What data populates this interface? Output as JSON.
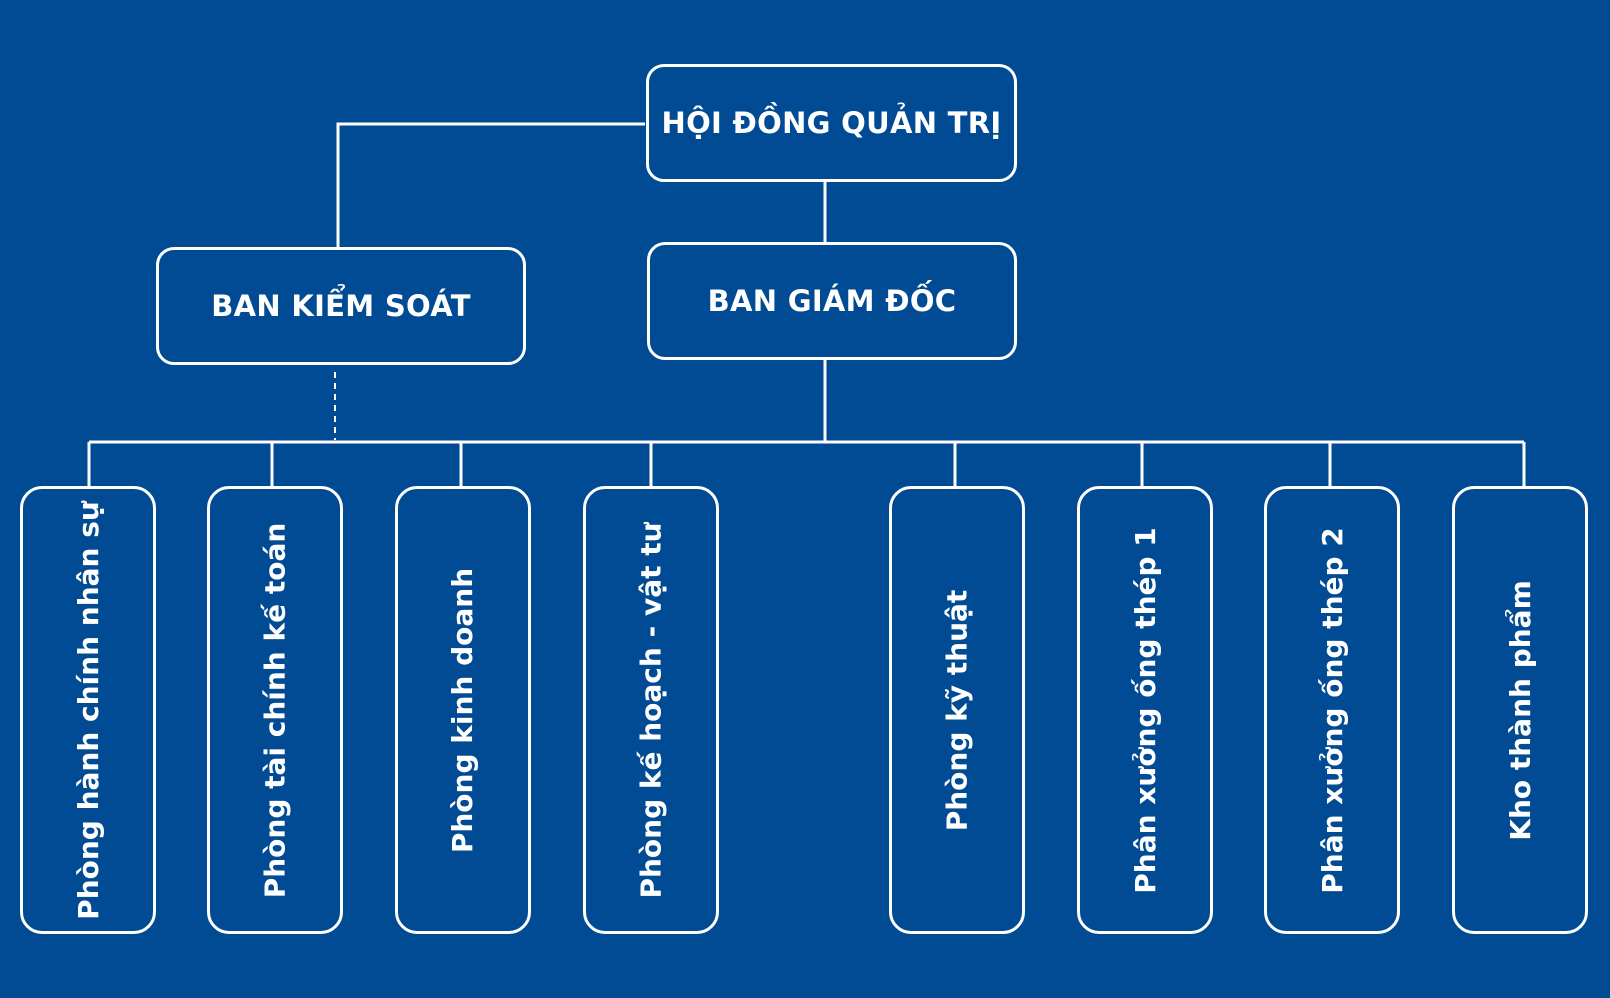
{
  "colors": {
    "background": "#004b93",
    "line": "#ffffff",
    "text": "#ffffff"
  },
  "board": {
    "label": "HỘI ĐỒNG QUẢN TRỊ"
  },
  "supervisory": {
    "label": "BAN KIỂM SOÁT"
  },
  "directors": {
    "label": "BAN GIÁM ĐỐC"
  },
  "departments": [
    {
      "label": "Phòng hành chính nhân sự"
    },
    {
      "label": "Phòng tài chính kế toán"
    },
    {
      "label": "Phòng kinh doanh"
    },
    {
      "label": "Phòng kế hoạch - vật tư"
    },
    {
      "label": "Phòng kỹ thuật"
    },
    {
      "label": "Phân xưởng ống thép 1"
    },
    {
      "label": "Phân xưởng ống thép 2"
    },
    {
      "label": "Kho thành phẩm"
    }
  ]
}
